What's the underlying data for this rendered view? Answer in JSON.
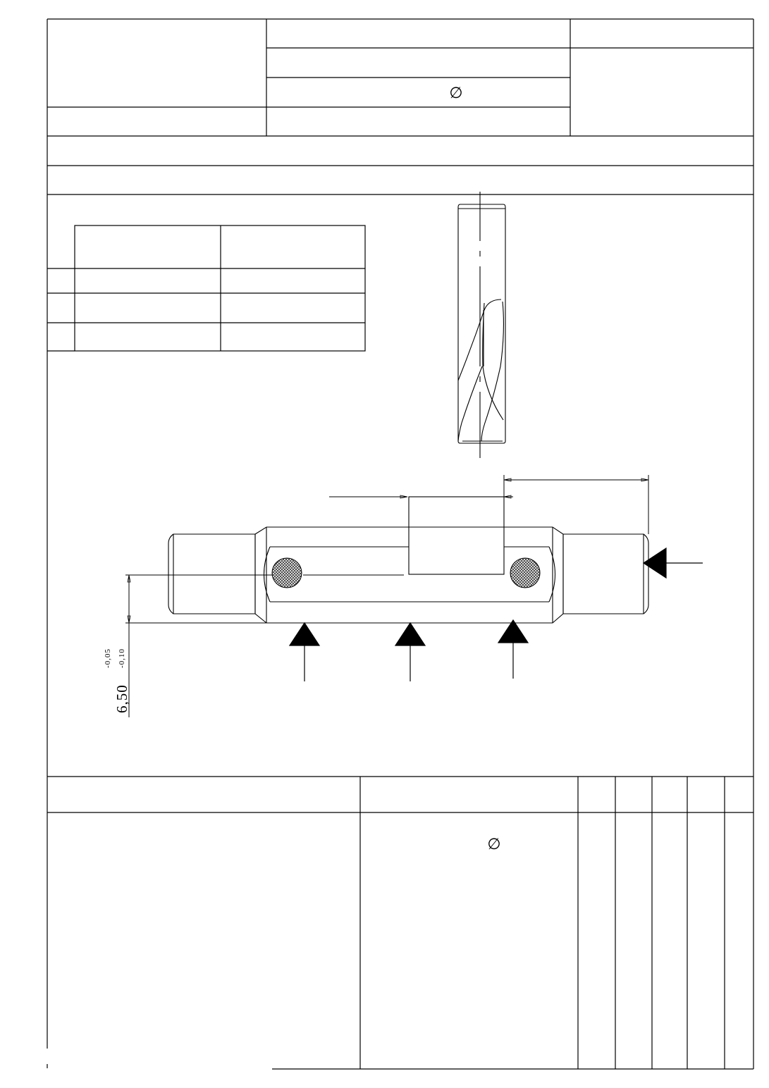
{
  "title_block": {
    "diameter_symbol": "∅"
  },
  "operation_sheet": {
    "diameter_symbol": "∅"
  },
  "drawing": {
    "height_dimension": {
      "nominal": "6,50",
      "upper_deviation": "-0,05",
      "lower_deviation": "-0,10"
    },
    "crosshatch_color": "#555555",
    "line_color": "#000000"
  }
}
